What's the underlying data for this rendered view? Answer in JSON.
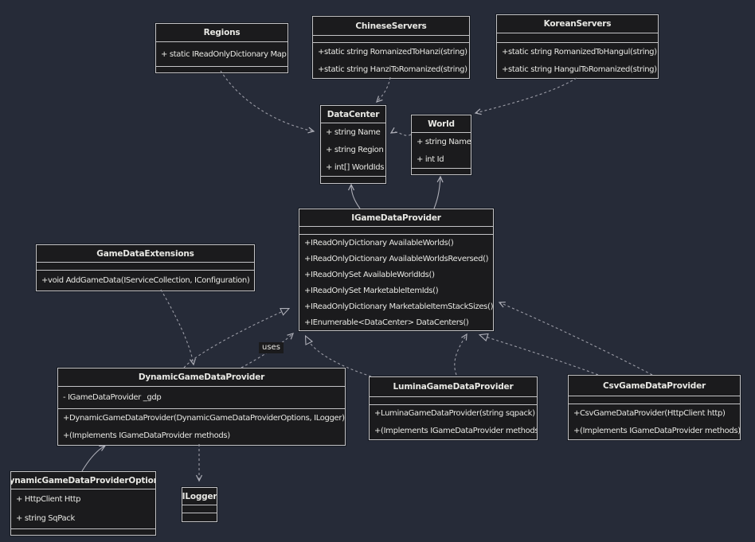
{
  "diagram": {
    "background_color": "#262b38",
    "node_fill_color": "#1b1b1d",
    "node_border_color": "#c3c3c6",
    "text_color": "#e8e8e4",
    "edge_color": "#9b9ca6",
    "uses_label": "uses"
  },
  "classes": [
    {
      "id": "regions",
      "title": "Regions",
      "attributes": [
        "+ static IReadOnlyDictionary Map"
      ],
      "methods": []
    },
    {
      "id": "chinese-servers",
      "title": "ChineseServers",
      "attributes": [],
      "methods": [
        "+static string RomanizedToHanzi(string)",
        "+static string HanziToRomanized(string)"
      ]
    },
    {
      "id": "korean-servers",
      "title": "KoreanServers",
      "attributes": [],
      "methods": [
        "+static string RomanizedToHangul(string)",
        "+static string HangulToRomanized(string)"
      ]
    },
    {
      "id": "data-center",
      "title": "DataCenter",
      "attributes": [
        "+ string Name",
        "+ string Region",
        "+ int[] WorldIds"
      ],
      "methods": []
    },
    {
      "id": "world",
      "title": "World",
      "attributes": [
        "+ string Name",
        "+ int Id"
      ],
      "methods": []
    },
    {
      "id": "igame-data-provider",
      "title": "IGameDataProvider",
      "attributes": [],
      "methods": [
        "+IReadOnlyDictionary AvailableWorlds()",
        "+IReadOnlyDictionary AvailableWorldsReversed()",
        "+IReadOnlySet AvailableWorldIds()",
        "+IReadOnlySet MarketableItemIds()",
        "+IReadOnlyDictionary MarketableItemStackSizes()",
        "+IEnumerable<DataCenter> DataCenters()"
      ]
    },
    {
      "id": "game-data-extensions",
      "title": "GameDataExtensions",
      "attributes": [],
      "methods": [
        "+void AddGameData(IServiceCollection, IConfiguration)"
      ]
    },
    {
      "id": "dynamic-game-data-provider",
      "title": "DynamicGameDataProvider",
      "attributes": [
        "- IGameDataProvider _gdp"
      ],
      "methods": [
        "+DynamicGameDataProvider(DynamicGameDataProviderOptions, ILogger)",
        "+(Implements IGameDataProvider methods)"
      ]
    },
    {
      "id": "lumina-game-data-provider",
      "title": "LuminaGameDataProvider",
      "attributes": [],
      "methods": [
        "+LuminaGameDataProvider(string sqpack)",
        "+(Implements IGameDataProvider methods)"
      ]
    },
    {
      "id": "csv-game-data-provider",
      "title": "CsvGameDataProvider",
      "attributes": [],
      "methods": [
        "+CsvGameDataProvider(HttpClient http)",
        "+(Implements IGameDataProvider methods)"
      ]
    },
    {
      "id": "dynamic-game-data-provider-options",
      "title": "DynamicGameDataProviderOptions",
      "attributes": [
        "+ HttpClient Http",
        "+ string SqPack"
      ],
      "methods": []
    },
    {
      "id": "ilogger",
      "title": "ILogger",
      "attributes": [],
      "methods": []
    }
  ],
  "relationships": [
    {
      "from": "Regions",
      "to": "DataCenter",
      "type": "dependency"
    },
    {
      "from": "ChineseServers",
      "to": "DataCenter",
      "type": "dependency"
    },
    {
      "from": "KoreanServers",
      "to": "World",
      "type": "dependency"
    },
    {
      "from": "World",
      "to": "DataCenter",
      "type": "dependency"
    },
    {
      "from": "IGameDataProvider",
      "to": "DataCenter",
      "type": "association"
    },
    {
      "from": "IGameDataProvider",
      "to": "World",
      "type": "association"
    },
    {
      "from": "GameDataExtensions",
      "to": "DynamicGameDataProvider",
      "type": "dependency"
    },
    {
      "from": "DynamicGameDataProvider",
      "to": "IGameDataProvider",
      "type": "realization"
    },
    {
      "from": "DynamicGameDataProvider",
      "to": "IGameDataProvider",
      "type": "dependency",
      "label": "uses"
    },
    {
      "from": "LuminaGameDataProvider",
      "to": "IGameDataProvider",
      "type": "realization"
    },
    {
      "from": "LuminaGameDataProvider",
      "to": "IGameDataProvider",
      "type": "dependency"
    },
    {
      "from": "CsvGameDataProvider",
      "to": "IGameDataProvider",
      "type": "realization"
    },
    {
      "from": "CsvGameDataProvider",
      "to": "IGameDataProvider",
      "type": "dependency"
    },
    {
      "from": "DynamicGameDataProvider",
      "to": "ILogger",
      "type": "dependency"
    },
    {
      "from": "DynamicGameDataProviderOptions",
      "to": "DynamicGameDataProvider",
      "type": "association"
    }
  ]
}
